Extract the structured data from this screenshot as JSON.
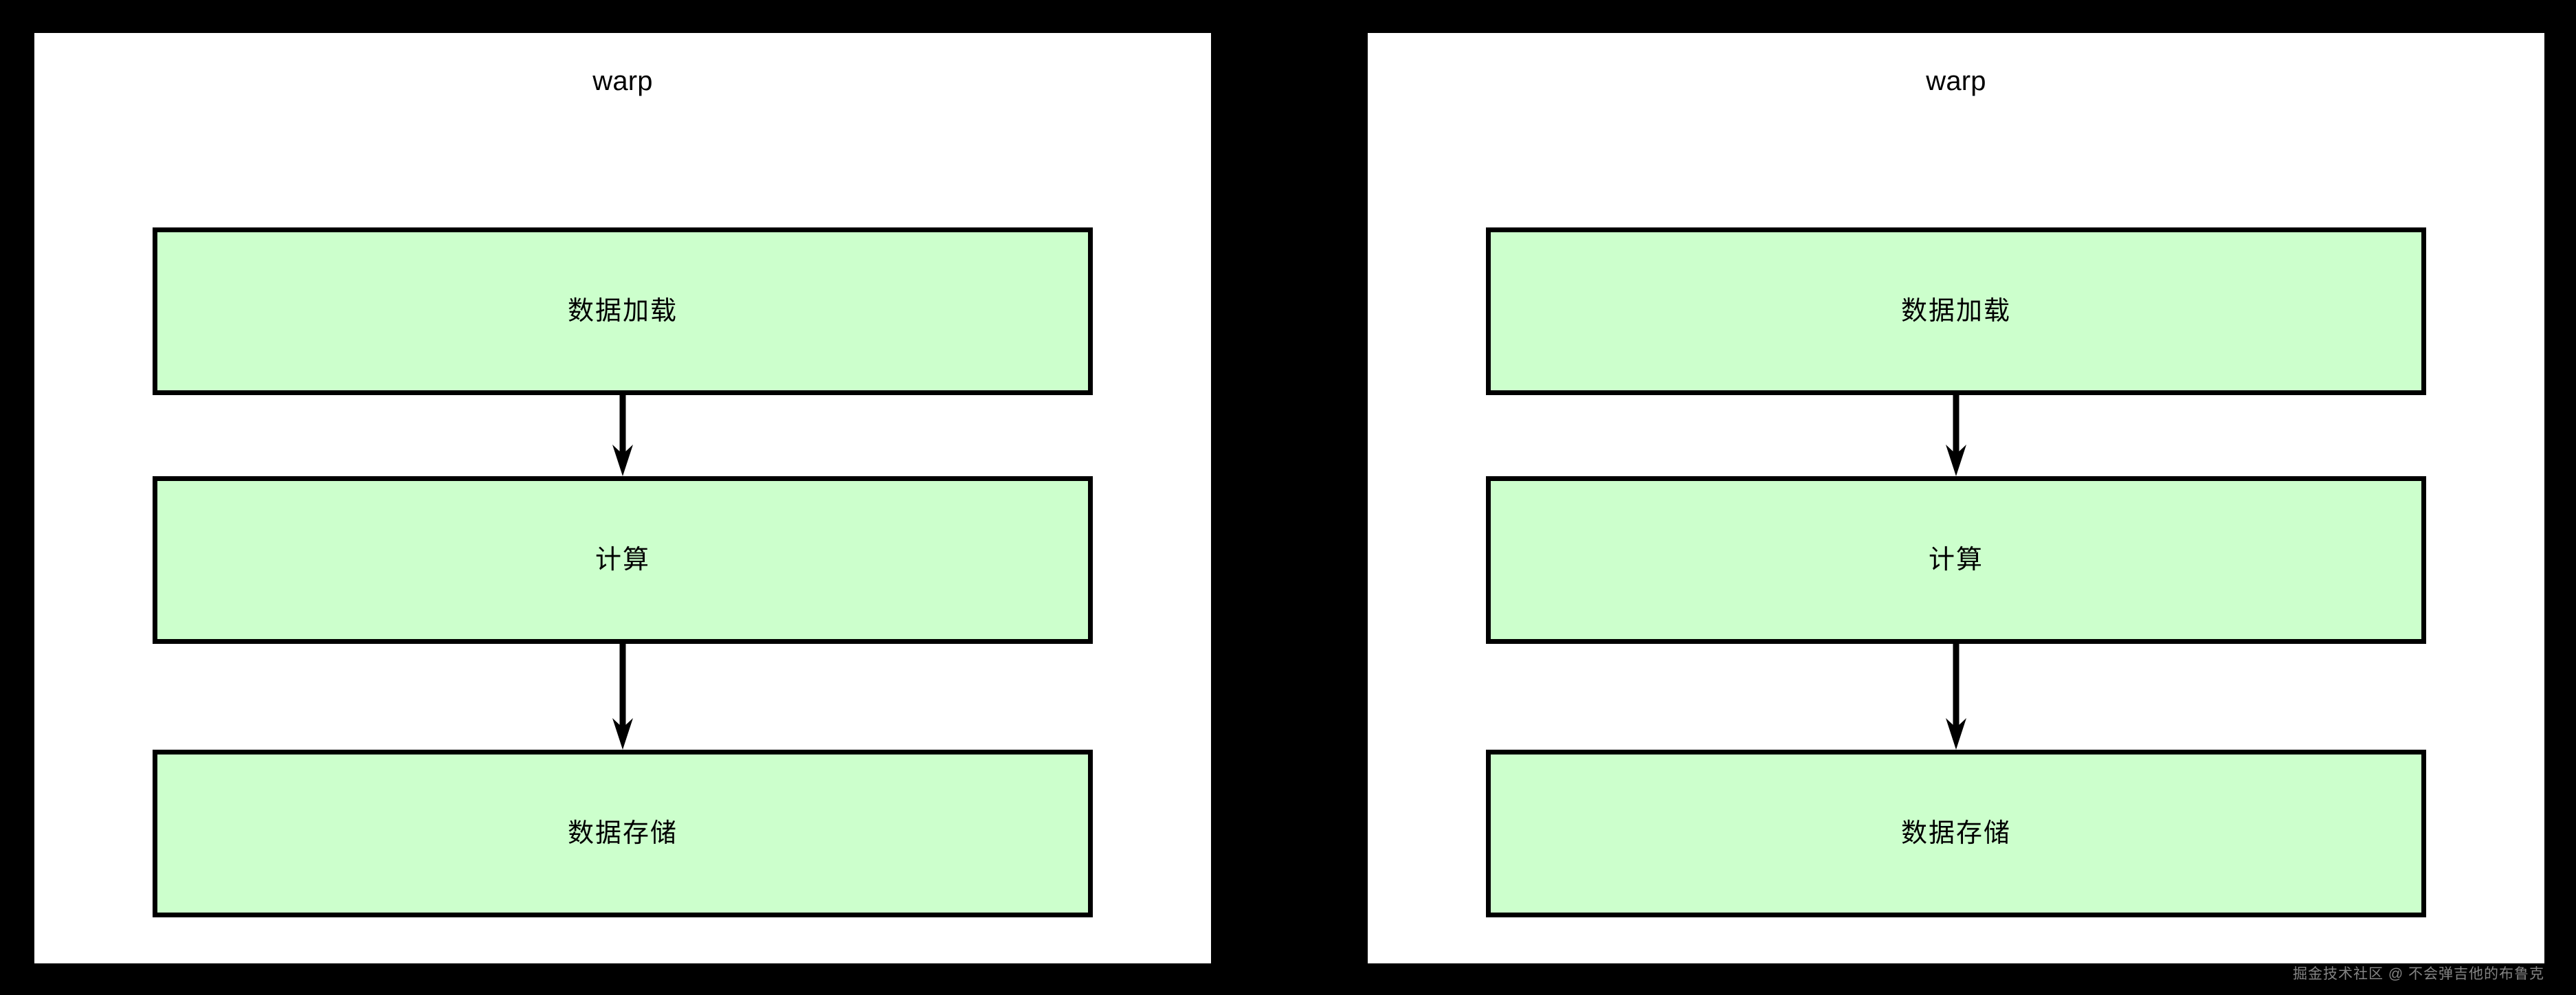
{
  "background_color": "#000000",
  "panel": {
    "background_color": "#ffffff",
    "border_color": "#000000"
  },
  "node_style": {
    "fill_color": "#ccffcc",
    "stroke_color": "#000000"
  },
  "panels": [
    {
      "title": "warp",
      "nodes": [
        {
          "label": "数据加载"
        },
        {
          "label": "计算"
        },
        {
          "label": "数据存储"
        }
      ],
      "arrows": [
        {
          "from": "数据加载",
          "to": "计算",
          "direction": "down"
        },
        {
          "from": "计算",
          "to": "数据存储",
          "direction": "down"
        }
      ]
    },
    {
      "title": "warp",
      "nodes": [
        {
          "label": "数据加载"
        },
        {
          "label": "计算"
        },
        {
          "label": "数据存储"
        }
      ],
      "arrows": [
        {
          "from": "数据加载",
          "to": "计算",
          "direction": "down"
        },
        {
          "from": "计算",
          "to": "数据存储",
          "direction": "down"
        }
      ]
    }
  ],
  "watermark": {
    "text": "掘金技术社区 @ 不会弹吉他的布鲁克",
    "color": "#9a9a9a"
  }
}
